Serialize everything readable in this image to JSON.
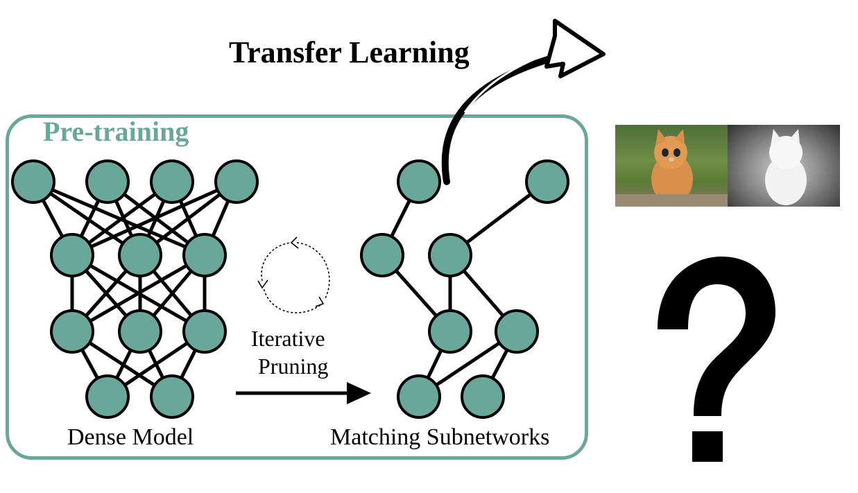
{
  "labels": {
    "transfer_learning": "Transfer Learning",
    "pre_training": "Pre-training",
    "dense_model": "Dense Model",
    "iterative": "Iterative",
    "pruning": "Pruning",
    "matching_subnetworks": "Matching Subnetworks",
    "question_mark": "?"
  },
  "colors": {
    "node_fill": "#6aa79b",
    "frame_stroke": "#6aa79b",
    "edge": "#000000"
  },
  "icons": {
    "cycle": "refresh-cycle-icon",
    "arrow_right": "arrow-right-icon",
    "transfer_arrow": "curved-arrow-icon",
    "cat_photo": "kitten-photo",
    "depth_map": "depth-map-image"
  }
}
